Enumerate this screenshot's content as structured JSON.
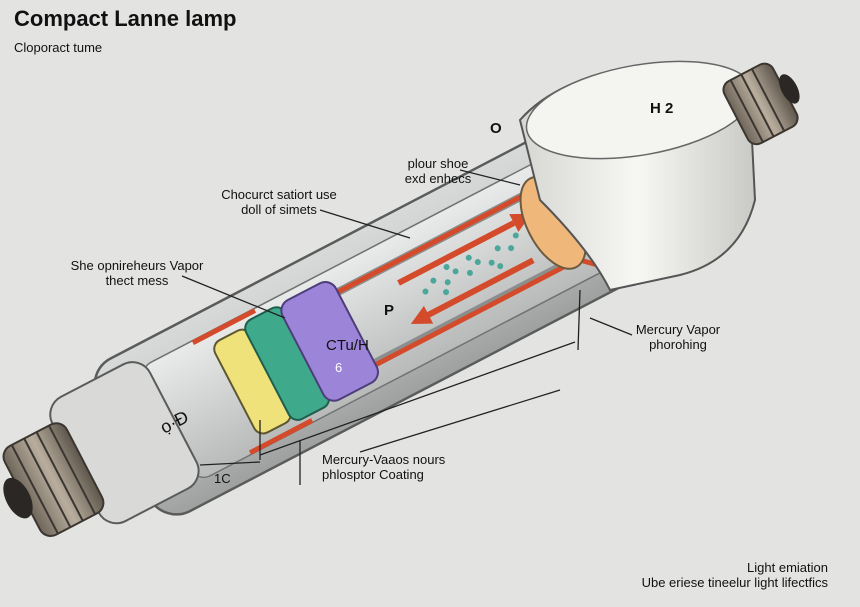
{
  "title": "Compact Lanne lamp",
  "subtitle": "Cloporact tume",
  "labels": {
    "h2": "H 2",
    "o": "O",
    "plour_line1": "plour shoe",
    "plour_line2": "exd enhecs",
    "chocurct_line1": "Chocurct satiort use",
    "chocurct_line2": "doll of simets",
    "she_line1": "She opnireheurs Vapor",
    "she_line2": "thect mess",
    "mercury_line1": "Mercury Vapor",
    "mercury_line2": "phorohing",
    "p": "P",
    "ctuh": "CTu/H",
    "six": "6",
    "cap_mark": "ọ·Ð",
    "mvap_line1": "Mercury-Vaaos nours",
    "mvap_line2": "phlosptor Coating",
    "onec": "1C",
    "emission_line1": "Light emiation",
    "emission_line2": "Ube eriese tineelur light lifectfics"
  },
  "colors": {
    "background": "#e3e4e2",
    "glass": "#c9cbcb",
    "base_white": "#f2f2ef",
    "screw_metal": "#8d8376",
    "electrode_red": "#d34b2a",
    "yellow_band": "#f0e27a",
    "teal_band": "#3fa98c",
    "purple_band": "#9c84d8",
    "blue_disc": "#5b86cf",
    "orange_bulb": "#f0b77a",
    "mercury_dots": "#4aa79a"
  }
}
